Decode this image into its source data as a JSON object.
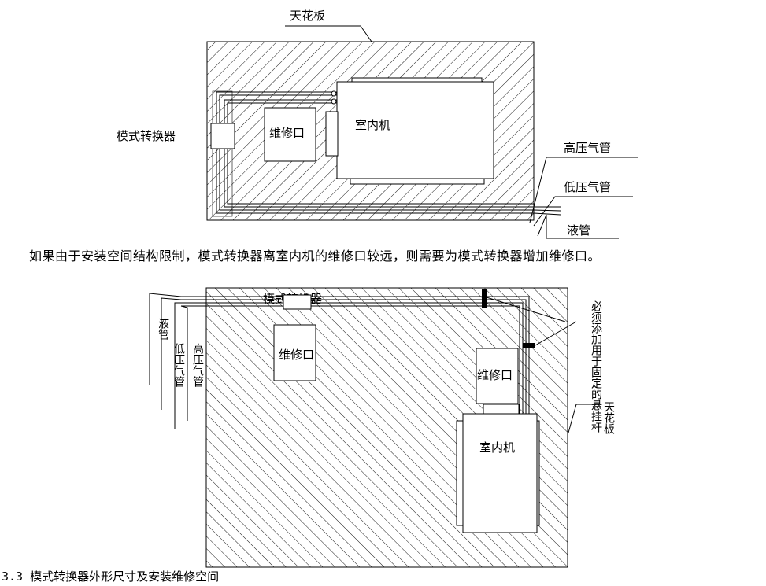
{
  "diagram1": {
    "ceiling": "天花板",
    "converter": "模式转换器",
    "service_port": "维修口",
    "indoor_unit": "室内机",
    "high_gas": "高压气管",
    "low_gas": "低压气管",
    "liquid": "液管"
  },
  "paragraph": "如果由于安装空间结构限制，模式转换器离室内机的维修口较远，则需要为模式转换器增加维修口。",
  "diagram2": {
    "converter": "模式转换器",
    "service_port_1": "维修口",
    "service_port_2": "维修口",
    "indoor_unit": "室内机",
    "hanger_note": "必须添加用于固定的悬挂杆",
    "ceiling": "天花板",
    "liquid": "液管",
    "low_gas": "低压气管",
    "high_gas": "高压气管"
  },
  "caption": "3.3 模式转换器外形尺寸及安装维修空间"
}
